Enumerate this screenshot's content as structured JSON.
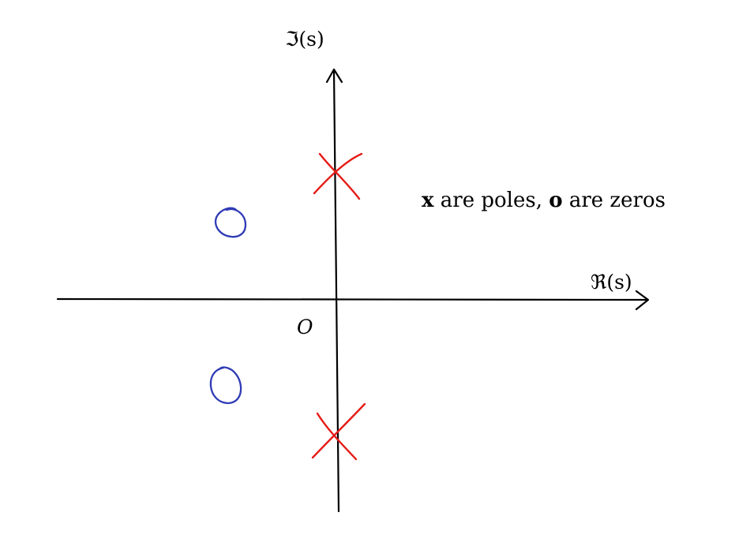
{
  "diagram": {
    "imag_axis_label": "ℑ(s)",
    "real_axis_label": "ℜ(s)",
    "origin_label": "O",
    "legend": {
      "pole_symbol": "x",
      "pole_text": " are poles, ",
      "zero_symbol": "o",
      "zero_text": " are zeros"
    },
    "poles": [
      {
        "re": 0,
        "im": 1
      },
      {
        "re": 0,
        "im": -1
      }
    ],
    "zeros": [
      {
        "re": -1,
        "im": 0.7
      },
      {
        "re": -1,
        "im": -0.7
      }
    ],
    "colors": {
      "axes": "#000000",
      "poles": "#e51c17",
      "zeros": "#2f3bb5"
    }
  }
}
